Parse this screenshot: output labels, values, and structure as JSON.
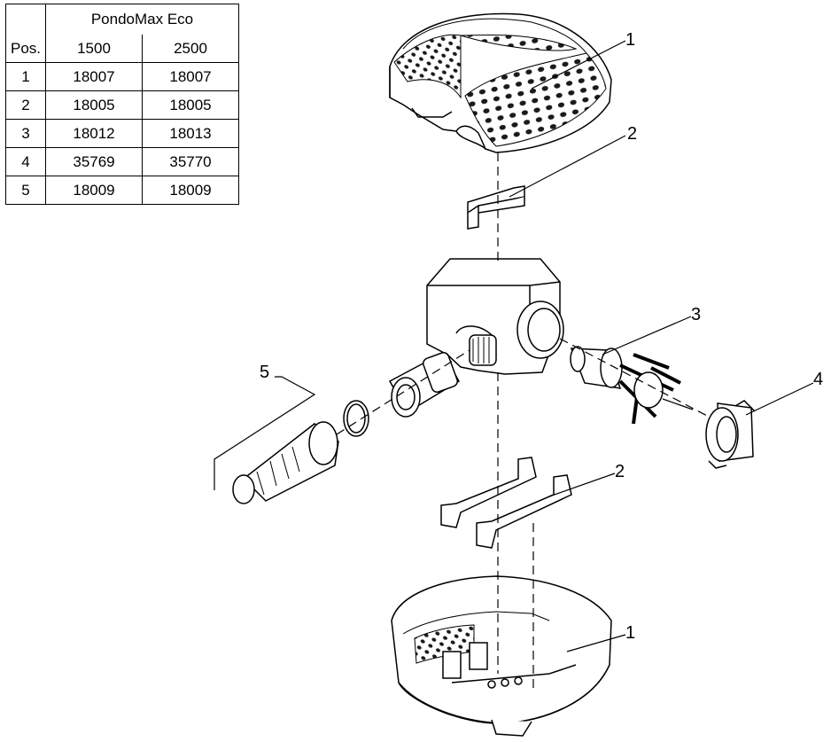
{
  "table": {
    "model_header": "PondoMax Eco",
    "pos_header": "Pos.",
    "variants": [
      "1500",
      "2500"
    ],
    "rows": [
      {
        "pos": "1",
        "v1500": "18007",
        "v2500": "18007"
      },
      {
        "pos": "2",
        "v1500": "18005",
        "v2500": "18005"
      },
      {
        "pos": "3",
        "v1500": "18012",
        "v2500": "18013"
      },
      {
        "pos": "4",
        "v1500": "35769",
        "v2500": "35770"
      },
      {
        "pos": "5",
        "v1500": "18009",
        "v2500": "18009"
      }
    ]
  },
  "callouts": {
    "cover_top": "1",
    "clip_top": "2",
    "rotor": "3",
    "cap": "4",
    "hose_adapter": "5",
    "clips_bottom": "2",
    "cover_bottom": "1"
  }
}
